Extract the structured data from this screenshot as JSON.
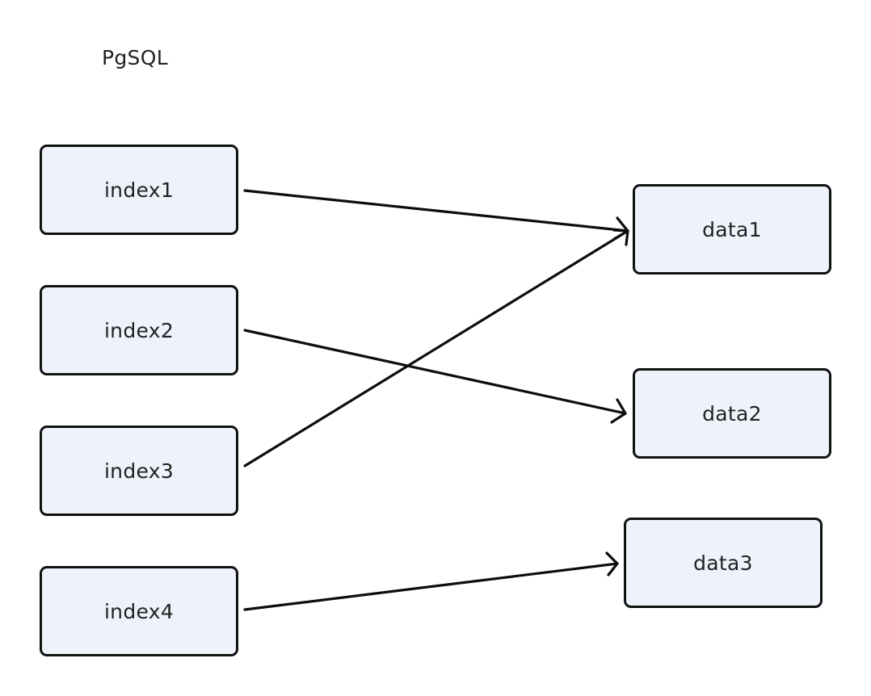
{
  "diagram": {
    "title": "PgSQL",
    "nodes": {
      "index1": "index1",
      "index2": "index2",
      "index3": "index3",
      "index4": "index4",
      "data1": "data1",
      "data2": "data2",
      "data3": "data3"
    },
    "edges": [
      {
        "from": "index1",
        "to": "data1"
      },
      {
        "from": "index2",
        "to": "data2"
      },
      {
        "from": "index3",
        "to": "data1"
      },
      {
        "from": "index4",
        "to": "data3"
      }
    ],
    "colors": {
      "node_fill": "#eef3fb",
      "node_border": "#111111",
      "edge": "#0d0d0d"
    }
  }
}
